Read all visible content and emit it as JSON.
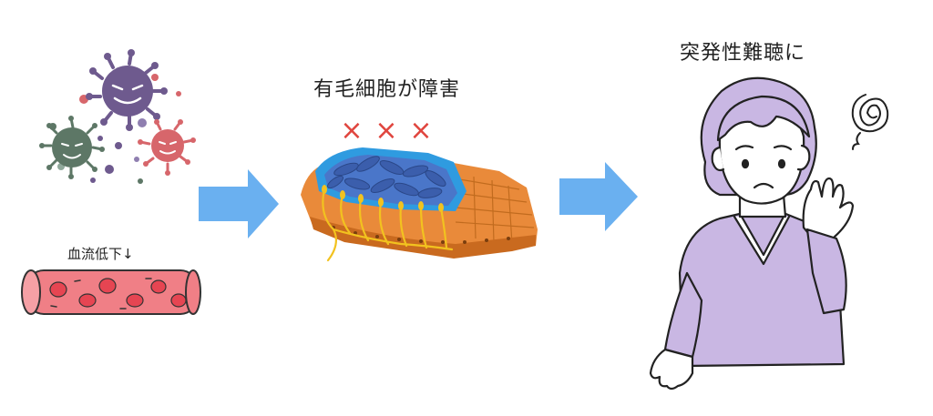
{
  "labels": {
    "blood_flow": "血流低下↓",
    "hair_cell_damage": "有毛細胞が障害",
    "sudden_hearing_loss": "突発性難聴に"
  },
  "marks": {
    "cross": "×"
  },
  "colors": {
    "arrow": "#6ab0f0",
    "virus_purple": "#6e5a8e",
    "virus_green": "#5d7766",
    "virus_red": "#d7666b",
    "vessel": "#f07f86",
    "blood_cell": "#e64552",
    "tissue_orange": "#e98a3a",
    "hair_blue": "#4a76c9",
    "nerve_yellow": "#f2c21f",
    "person_purple": "#c9b7e3",
    "cross_red": "#e0453e"
  }
}
